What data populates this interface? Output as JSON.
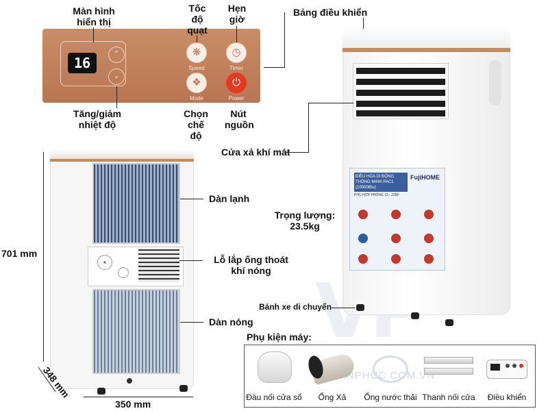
{
  "control_panel": {
    "display_value": "16",
    "buttons": [
      {
        "icon": "fan-icon",
        "caption": "Speed"
      },
      {
        "icon": "clock-icon",
        "caption": "Timer"
      },
      {
        "icon": "mode-icon",
        "caption": "Mode"
      },
      {
        "icon": "power-icon",
        "caption": "Power"
      }
    ]
  },
  "callouts": {
    "screen": [
      "Màn hình",
      "hiển thị"
    ],
    "fan_speed": [
      "Tốc",
      "độ",
      "quạt"
    ],
    "timer": [
      "Hẹn",
      "giờ"
    ],
    "panel": "Bảng điều khiển",
    "temp": [
      "Tăng/giảm",
      "nhiệt độ"
    ],
    "mode": [
      "Chọn",
      "chế",
      "độ"
    ],
    "power": [
      "Nút",
      "nguồn"
    ],
    "outlet": "Cửa xả khí mát",
    "cold_coil": "Dàn lạnh",
    "exhaust_port": [
      "Lỗ lắp ống thoát",
      "khí nóng"
    ],
    "hot_coil": "Dàn nóng",
    "wheels": "Bánh xe di chuyển",
    "weight_label": "Trọng lượng:",
    "weight_value": "23.5kg"
  },
  "dimensions": {
    "height": "701 mm",
    "depth": "348 mm",
    "width": "350 mm"
  },
  "product_label": {
    "heading": "ĐIỀU HÒA DI ĐỘNG THÔNG MINH PAC1 (10000Btu)",
    "brand": "FujiHOME",
    "room": "PHÙ HỢP PHÒNG 15 - 22M²"
  },
  "accessories": {
    "title": "Phụ kiện máy:",
    "items": [
      "Đầu nối cửa sổ",
      "Ống Xả",
      "Ống nước thải",
      "Thanh nối cửa",
      "Điều khiển"
    ]
  },
  "watermark": {
    "logo": "VP",
    "text": "VANPHUC.COM.VN"
  },
  "colors": {
    "panel": "#c07d5a",
    "accent_trim": "#c28c5e",
    "power_button": "#e53a22",
    "coil": "#3a4b6a"
  }
}
